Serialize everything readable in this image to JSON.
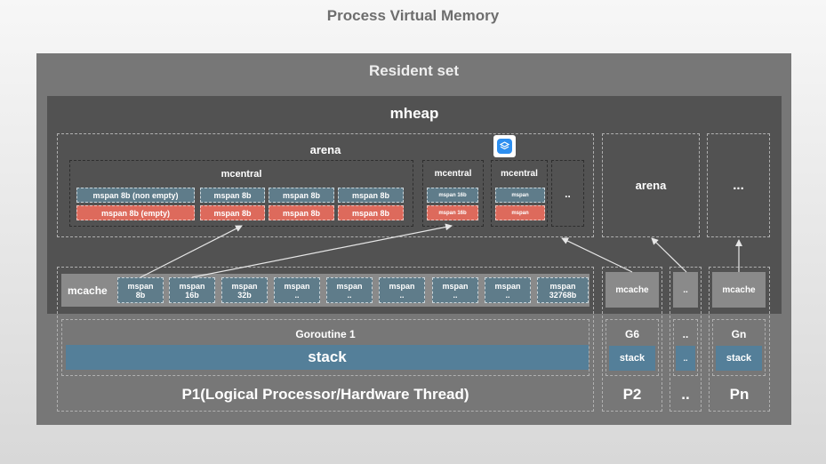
{
  "title": "Process Virtual Memory",
  "resident_set": {
    "label": "Resident set"
  },
  "mheap": {
    "label": "mheap"
  },
  "arena_main": {
    "label": "arena",
    "mcentral_large": {
      "label": "mcentral",
      "non_empty": [
        "mspan 8b (non empty)",
        "mspan 8b",
        "mspan 8b",
        "mspan 8b"
      ],
      "empty": [
        "mspan 8b (empty)",
        "mspan 8b",
        "mspan 8b",
        "mspan 8b"
      ]
    },
    "mcentral_16b": {
      "label": "mcentral",
      "top": "mspan 16b",
      "bottom": "mspan 16b"
    },
    "mcentral_x": {
      "label": "mcentral",
      "top": "mspan",
      "bottom": "mspan"
    },
    "more": ".."
  },
  "arena_2": {
    "label": "arena"
  },
  "arena_n": {
    "label": "..."
  },
  "p1": {
    "mcache_label": "mcache",
    "spans": [
      [
        "mspan",
        "8b"
      ],
      [
        "mspan",
        "16b"
      ],
      [
        "mspan",
        "32b"
      ],
      [
        "mspan",
        ".."
      ],
      [
        "mspan",
        ".."
      ],
      [
        "mspan",
        ".."
      ],
      [
        "mspan",
        ".."
      ],
      [
        "mspan",
        ".."
      ],
      [
        "mspan",
        "32768b"
      ]
    ],
    "goroutine": "Goroutine 1",
    "stack": "stack",
    "label": "P1(Logical Processor/Hardware Thread)"
  },
  "p2": {
    "mcache": "mcache",
    "goroutine": "G6",
    "stack": "stack",
    "label": "P2"
  },
  "p_mid": {
    "mcache": "..",
    "goroutine": "..",
    "stack": "..",
    "label": ".."
  },
  "pn": {
    "mcache": "mcache",
    "goroutine": "Gn",
    "stack": "stack",
    "label": "Pn"
  }
}
